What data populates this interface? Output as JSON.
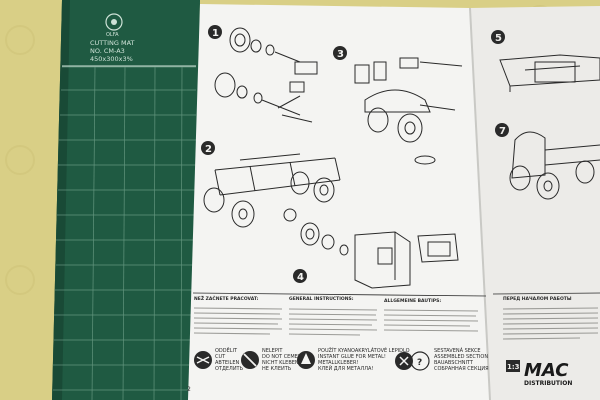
{
  "mat": {
    "logo_text": "OLFA",
    "line1": "CUTTING MAT",
    "line2": "NO. CM-A3",
    "line3": "450x300x3%"
  },
  "steps": [
    "1",
    "2",
    "3",
    "4",
    "5",
    "7"
  ],
  "sections": {
    "czech_title": "NEŽ ZAČNETE PRACOVAT:",
    "english_title": "GENERAL INSTRUCTIONS:",
    "german_title": "ALLGEMEINE BAUTIPS:",
    "russian_title": "ПЕРЕД НАЧАЛОМ РАБОТЫ"
  },
  "legend": {
    "cut": [
      "ODDĚLIT",
      "CUT",
      "ABTEILEN",
      "ОТДЕЛИТЬ"
    ],
    "no_cement": [
      "NELEPIT",
      "DO NOT CEMENT",
      "NICHT KLEBEN",
      "НЕ КЛЕИТЬ"
    ],
    "metal_glue": [
      "POUŽÍT KYANOAKRYLÁTOVÉ LEPIDLO",
      "INSTANT GLUE FOR METAL!",
      "METALLKLEBER!",
      "КЛЕЙ ДЛЯ МЕТАЛЛА!"
    ],
    "assembled": [
      "SESTAVENÁ SEKCE",
      "ASSEMBLED SECTION",
      "BAUABSCHNITT",
      "СОБРАННАЯ СЕКЦИЯ"
    ]
  },
  "brand": {
    "scale": "1:35",
    "logo": "MAC",
    "distribution": "DISTRIBUTION"
  },
  "page_number": "2",
  "colors": {
    "background": "#d9cf86",
    "mat": "#1f5a42",
    "paper": "#f4f4f2",
    "ink": "#2a2a2a"
  }
}
